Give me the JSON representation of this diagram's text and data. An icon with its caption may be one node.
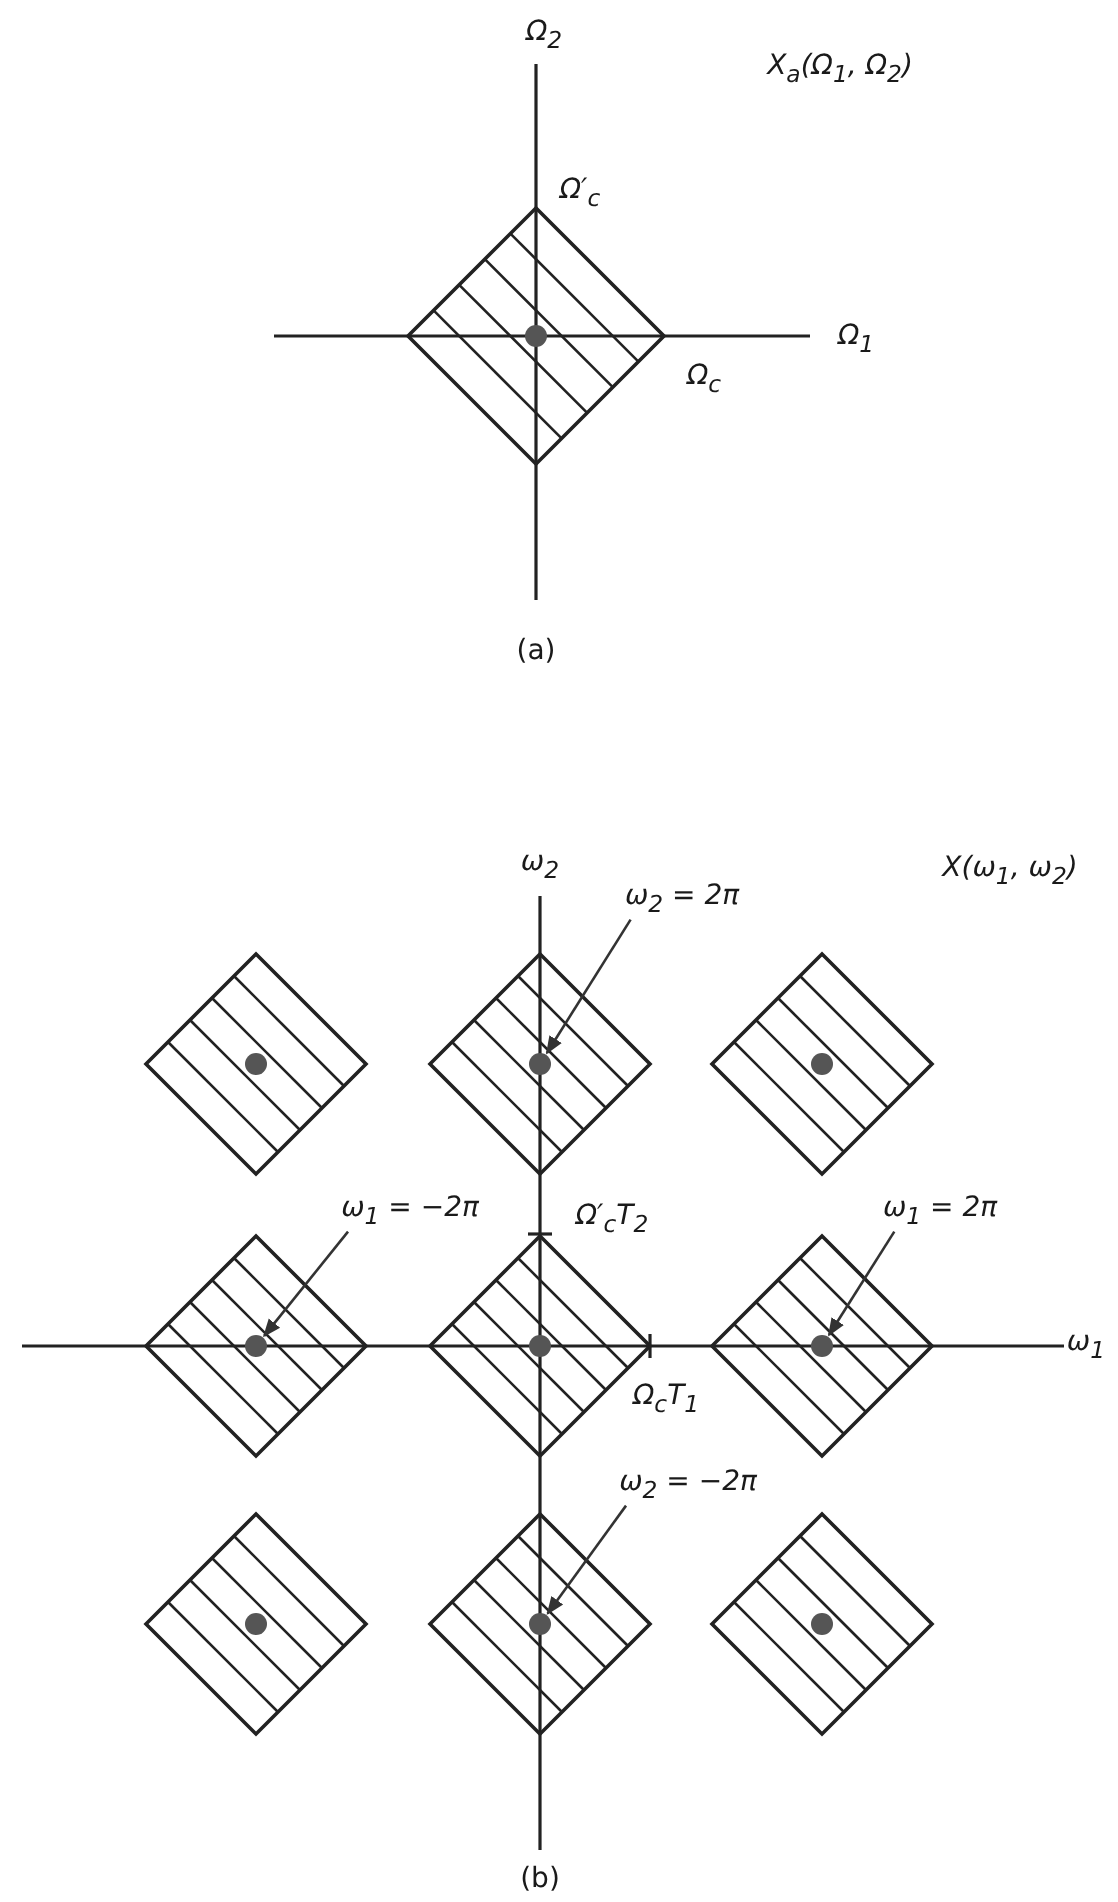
{
  "diagram": {
    "nodes": [
      {
        "text": [
          "ω$_{2}$ = 2π"
        ]
      },
      {
        "text": [],
        "shape": "circle"
      },
      {
        "text": [
          "ω$_{1}$ = −2π"
        ]
      },
      {
        "text": [
          "ω$_{1}$ = 2π"
        ]
      },
      {
        "text": [],
        "shape": "circle"
      },
      {
        "text": [],
        "shape": "circle"
      },
      {
        "text": [
          "ω$_{2}$ = −2π"
        ]
      },
      {
        "text": [],
        "shape": "circle"
      }
    ],
    "edges": [
      {
        "from": 0,
        "to": 1,
        "arrow": "to"
      },
      {
        "from": 2,
        "to": 4,
        "arrow": "to"
      },
      {
        "from": 3,
        "to": 5,
        "arrow": "to"
      },
      {
        "from": 6,
        "to": 7,
        "arrow": "to"
      }
    ],
    "labels": [
      "Ω$_{2}$",
      "X$_{a}$(Ω$_{1}$, Ω$_{2}$)",
      "Ω′$_{c}$",
      "Ω$_{1}$",
      "Ω$_{c}$",
      "(a)",
      "ω$_{2}$",
      "X(ω$_{1}$, ω$_{2}$)",
      "Ω′$_{c}$T$_{2}$",
      "ω$_{1}$",
      "Ω$_{c}$T$_{1}$",
      "(b)"
    ]
  }
}
